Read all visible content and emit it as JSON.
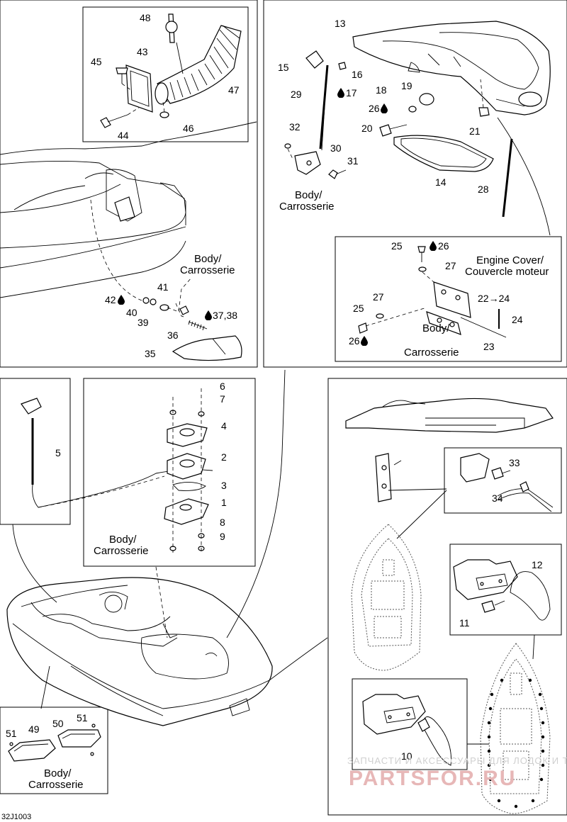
{
  "diagram_id": "32J1003",
  "body_label_en": "Body/",
  "body_label_fr": "Carrosserie",
  "engine_cover_en": "Engine Cover/",
  "engine_cover_fr": "Couvercle moteur",
  "callouts": {
    "c1": "1",
    "c2": "2",
    "c3": "3",
    "c4": "4",
    "c5": "5",
    "c6": "6",
    "c7": "7",
    "c8": "8",
    "c9": "9",
    "c10": "10",
    "c11": "11",
    "c12": "12",
    "c13": "13",
    "c14": "14",
    "c15": "15",
    "c16": "16",
    "c17": "17",
    "c18": "18",
    "c19": "19",
    "c20": "20",
    "c21": "21",
    "c22_24": "22→24",
    "c23": "23",
    "c24": "24",
    "c25a": "25",
    "c25b": "25",
    "c26a": "26",
    "c26b": "26",
    "c26c": "26",
    "c27a": "27",
    "c27b": "27",
    "c28": "28",
    "c29": "29",
    "c30": "30",
    "c31": "31",
    "c32": "32",
    "c33": "33",
    "c34": "34",
    "c35": "35",
    "c36": "36",
    "c37_38": "37,38",
    "c39": "39",
    "c40": "40",
    "c41": "41",
    "c42": "42",
    "c43": "43",
    "c44": "44",
    "c45": "45",
    "c46": "46",
    "c47": "47",
    "c48": "48",
    "c49": "49",
    "c50": "50",
    "c51a": "51",
    "c51b": "51"
  },
  "watermark": {
    "line1": "ЗАПЧАСТИ И АКСЕССУАРЫ ДЛЯ ЛОДОК И ТЕХНИКИ",
    "line2": "PARTSFOR.RU"
  },
  "colors": {
    "line": "#000000",
    "background": "#ffffff",
    "watermark_red": "#e7b7b7",
    "watermark_grey": "#cfcfcf"
  }
}
